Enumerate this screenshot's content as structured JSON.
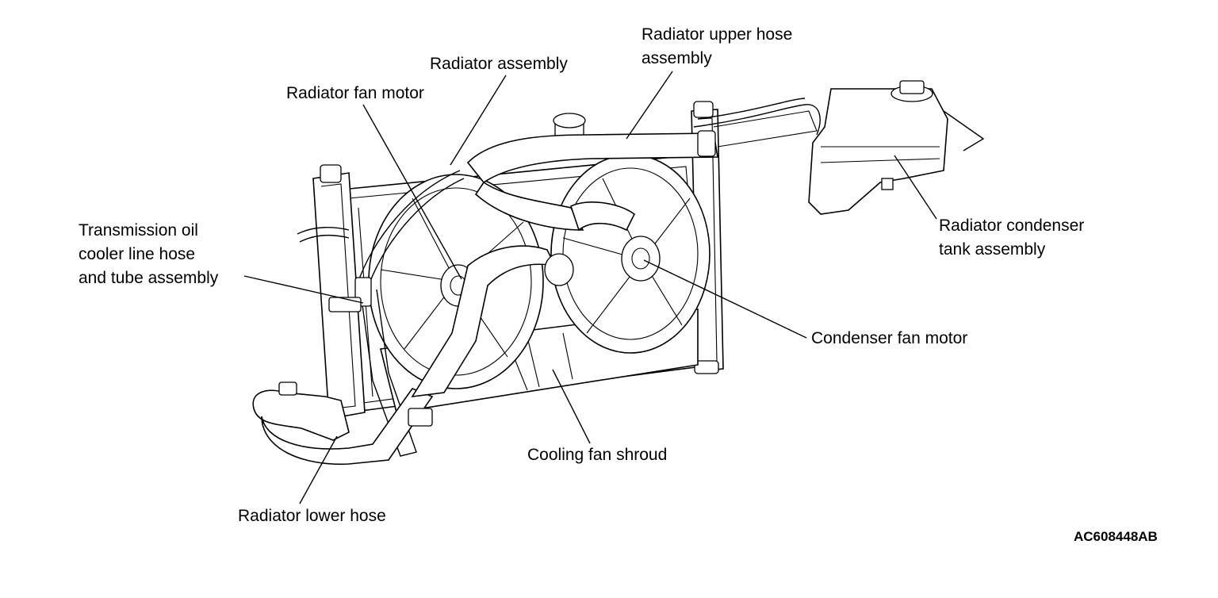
{
  "labels": {
    "radiator_upper_hose_1": "Radiator upper hose",
    "radiator_upper_hose_2": "assembly",
    "radiator_assembly": "Radiator assembly",
    "radiator_fan_motor": "Radiator fan motor",
    "transmission_1": "Transmission oil",
    "transmission_2": "cooler line hose",
    "transmission_3": "and tube assembly",
    "condenser_tank_1": "Radiator condenser",
    "condenser_tank_2": "tank assembly",
    "condenser_fan_motor": "Condenser fan motor",
    "cooling_fan_shroud": "Cooling fan shroud",
    "radiator_lower_hose": "Radiator lower hose"
  },
  "figure_code": "AC608448AB"
}
